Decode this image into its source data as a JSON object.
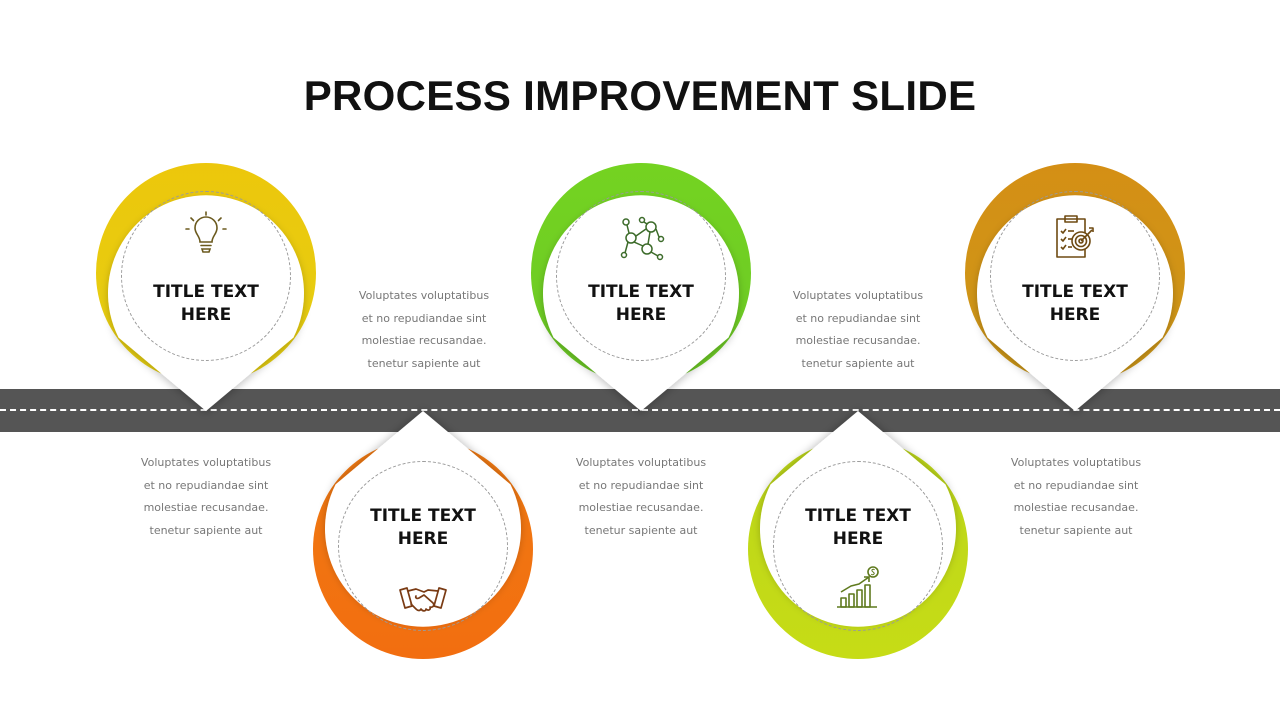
{
  "title": "PROCESS IMPROVEMENT SLIDE",
  "colors": {
    "road": "#555555",
    "step1": "#e9c70d",
    "step2": "#f07712",
    "step3": "#6fcf22",
    "step4": "#c2d918",
    "step5": "#d29317"
  },
  "steps": [
    {
      "title_line1": "TITLE TEXT",
      "title_line2": "HERE",
      "icon": "lightbulb-icon",
      "description": [
        "Voluptates voluptatibus",
        "et no repudiandae sint",
        "molestiae recusandae.",
        "tenetur sapiente aut"
      ]
    },
    {
      "title_line1": "TITLE TEXT",
      "title_line2": "HERE",
      "icon": "handshake-icon",
      "description": [
        "Voluptates voluptatibus",
        "et no repudiandae sint",
        "molestiae recusandae.",
        "tenetur sapiente aut"
      ]
    },
    {
      "title_line1": "TITLE TEXT",
      "title_line2": "HERE",
      "icon": "network-icon",
      "description": [
        "Voluptates voluptatibus",
        "et no repudiandae sint",
        "molestiae recusandae.",
        "tenetur sapiente aut"
      ]
    },
    {
      "title_line1": "TITLE TEXT",
      "title_line2": "HERE",
      "icon": "growth-chart-icon",
      "description": [
        "Voluptates voluptatibus",
        "et no repudiandae sint",
        "molestiae recusandae.",
        "tenetur sapiente aut"
      ]
    },
    {
      "title_line1": "TITLE TEXT",
      "title_line2": "HERE",
      "icon": "target-clipboard-icon",
      "description": []
    }
  ]
}
